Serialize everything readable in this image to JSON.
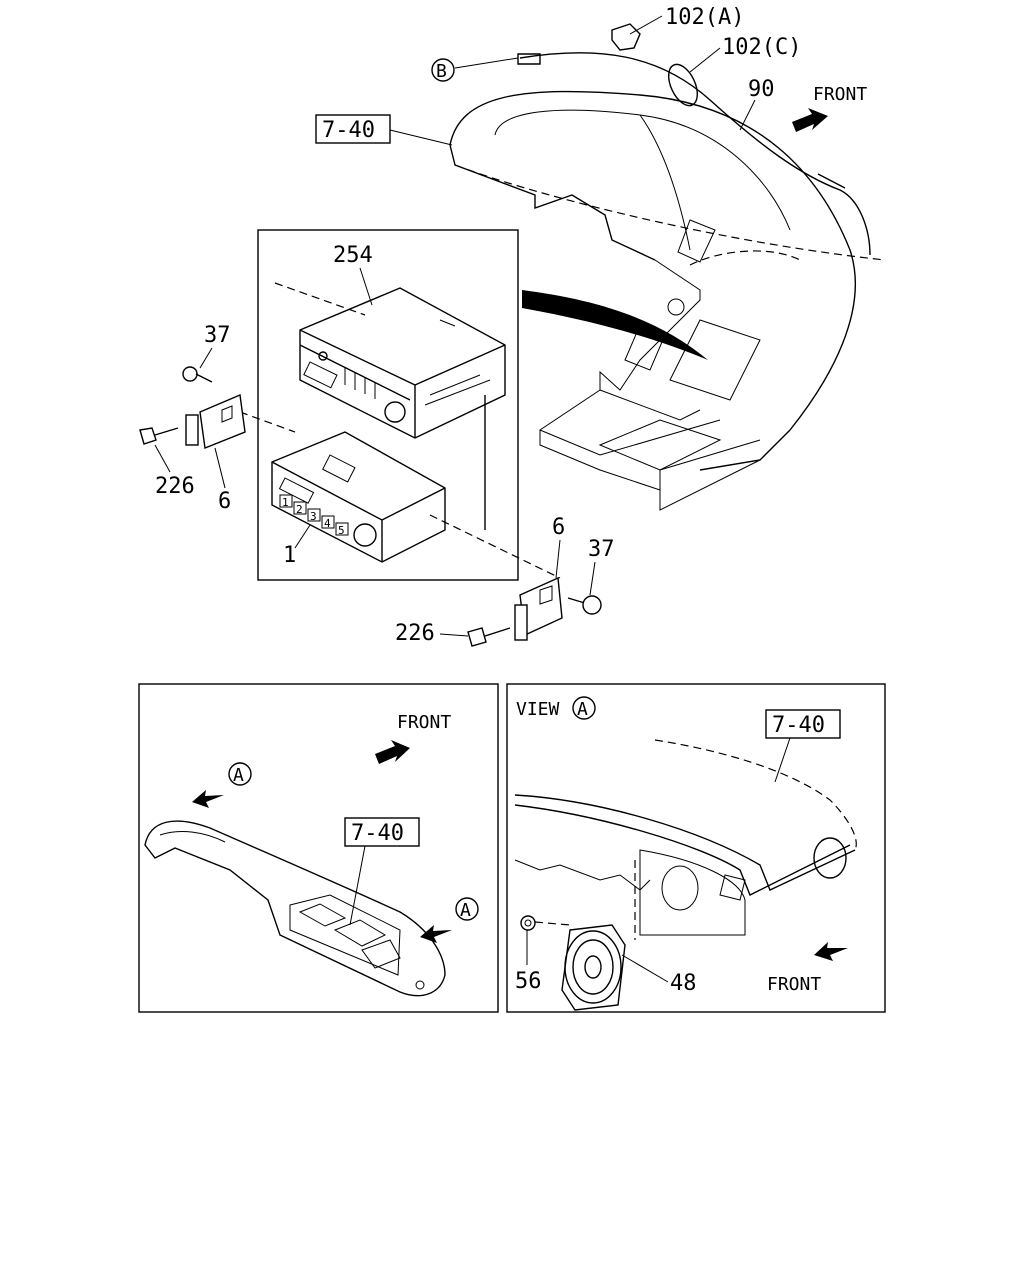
{
  "labels": {
    "p102a": "102(A)",
    "p102c": "102(C)",
    "p90": "90",
    "front_top": "FRONT",
    "circle_b": "B",
    "ref_740_top": "7-40",
    "p254": "254",
    "p37_left": "37",
    "p226_left": "226",
    "p6_left": "6",
    "p1": "1",
    "p6_right": "6",
    "p37_right": "37",
    "p226_right": "226"
  },
  "inset_left": {
    "front": "FRONT",
    "circle_a_top": "A",
    "circle_a_bottom": "A",
    "ref_740": "7-40"
  },
  "inset_right": {
    "view": "VIEW",
    "circle_a": "A",
    "ref_740": "7-40",
    "p56": "56",
    "p48": "48",
    "front": "FRONT"
  },
  "buttons": [
    "1",
    "2",
    "3",
    "4",
    "5"
  ]
}
